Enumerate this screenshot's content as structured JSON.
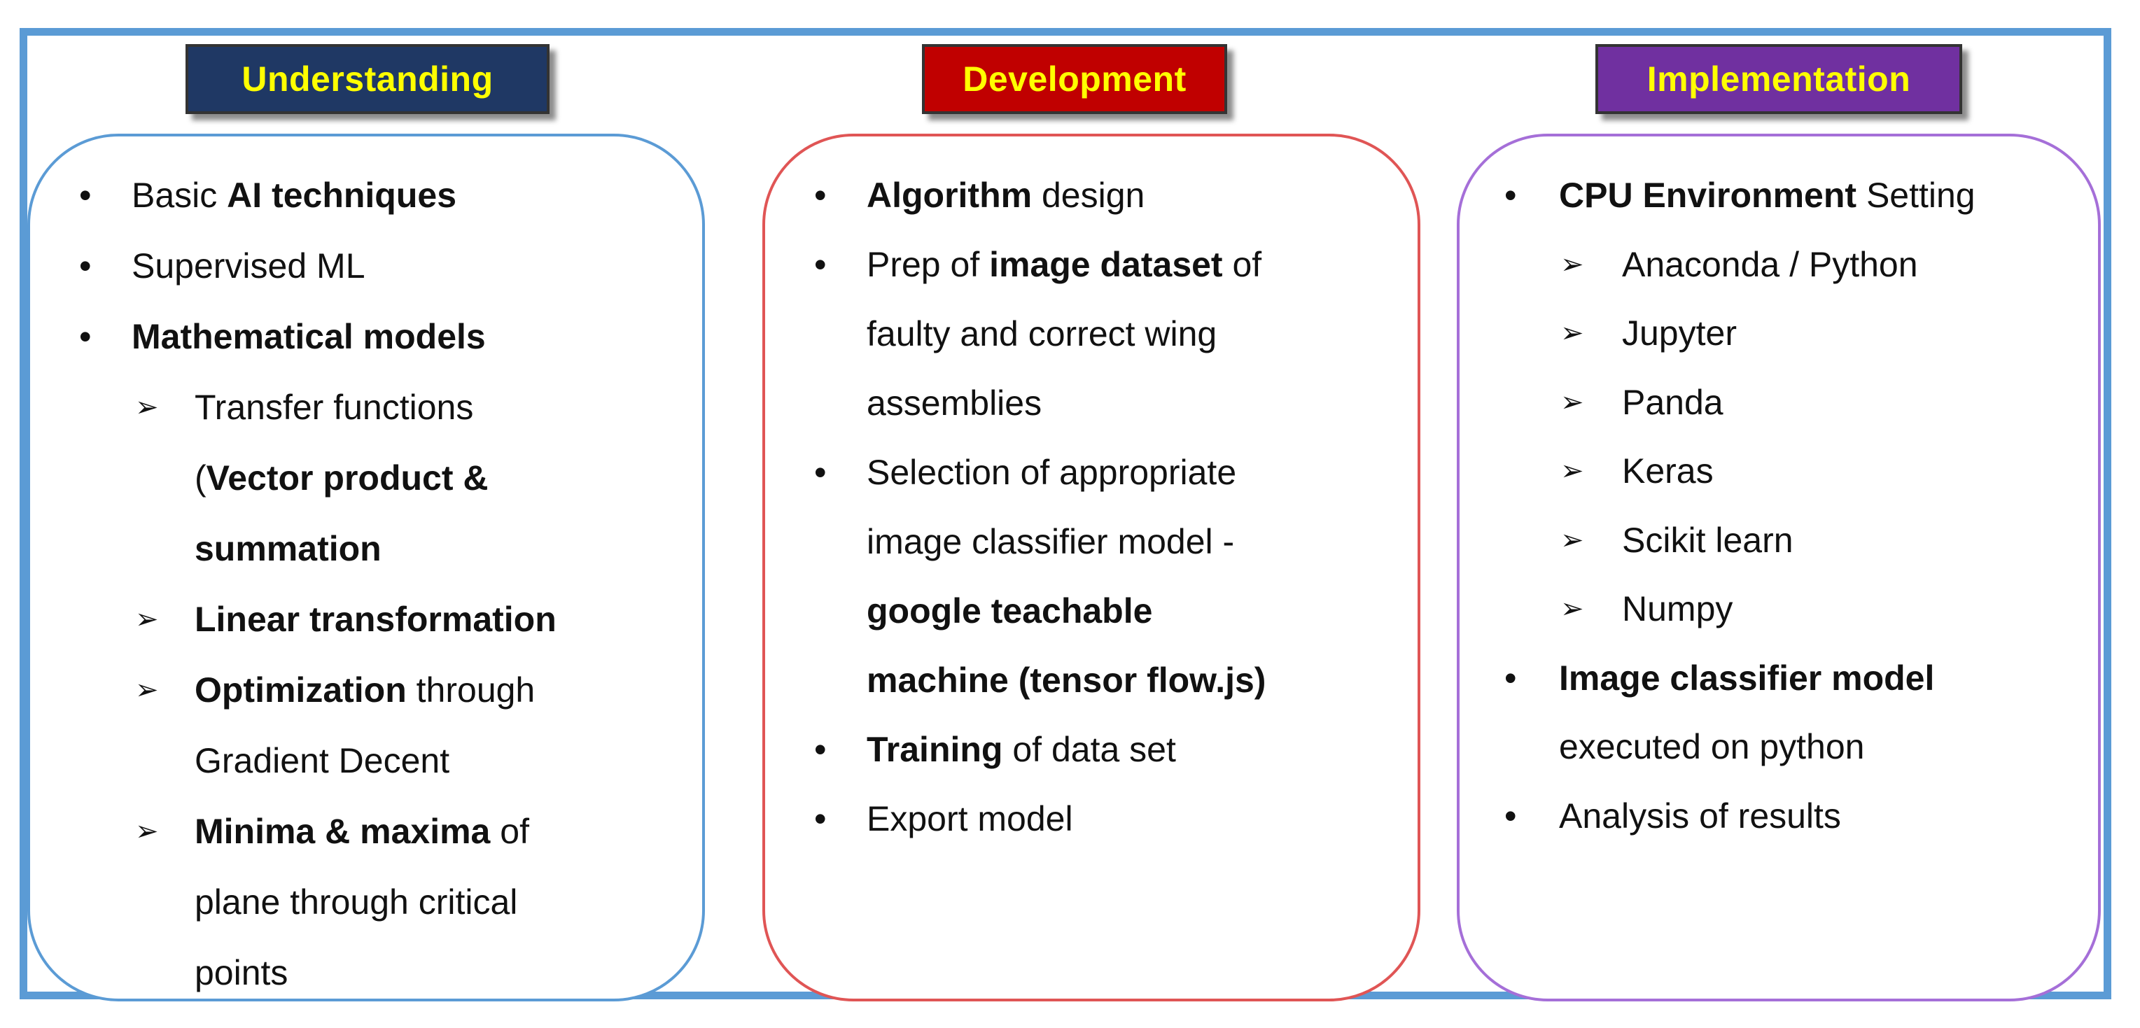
{
  "columns": [
    {
      "id": "understanding",
      "title": "Understanding",
      "header_color": "#1f3864",
      "border_color": "#5b9bd5",
      "items": [
        {
          "level": "bullet",
          "lines": [
            [
              {
                "t": "Basic "
              },
              {
                "t": "AI techniques",
                "b": true
              }
            ]
          ]
        },
        {
          "level": "bullet",
          "lines": [
            [
              {
                "t": "Supervised ML"
              }
            ]
          ]
        },
        {
          "level": "bullet",
          "lines": [
            [
              {
                "t": "Mathematical models",
                "b": true
              }
            ]
          ]
        },
        {
          "level": "arrow",
          "lines": [
            [
              {
                "t": "Transfer functions"
              }
            ],
            [
              {
                "t": "("
              },
              {
                "t": "Vector product &",
                "b": true
              }
            ],
            [
              {
                "t": "summation",
                "b": true
              }
            ]
          ]
        },
        {
          "level": "arrow",
          "lines": [
            [
              {
                "t": "Linear transformation",
                "b": true
              }
            ]
          ]
        },
        {
          "level": "arrow",
          "lines": [
            [
              {
                "t": "Optimization",
                "b": true
              },
              {
                "t": " through"
              }
            ],
            [
              {
                "t": "Gradient Decent"
              }
            ]
          ]
        },
        {
          "level": "arrow",
          "lines": [
            [
              {
                "t": "Minima & maxima",
                "b": true
              },
              {
                "t": " of"
              }
            ],
            [
              {
                "t": "plane through critical"
              }
            ],
            [
              {
                "t": "points"
              }
            ]
          ]
        }
      ]
    },
    {
      "id": "development",
      "title": "Development",
      "header_color": "#c00000",
      "border_color": "#e05555",
      "items": [
        {
          "level": "bullet",
          "lines": [
            [
              {
                "t": "Algorithm",
                "b": true
              },
              {
                "t": " design"
              }
            ]
          ]
        },
        {
          "level": "bullet",
          "lines": [
            [
              {
                "t": "Prep of "
              },
              {
                "t": "image dataset",
                "b": true
              },
              {
                "t": " of"
              }
            ],
            [
              {
                "t": "faulty and correct wing"
              }
            ],
            [
              {
                "t": "assemblies"
              }
            ]
          ]
        },
        {
          "level": "bullet",
          "lines": [
            [
              {
                "t": "Selection of appropriate"
              }
            ],
            [
              {
                "t": "image classifier model -"
              }
            ],
            [
              {
                "t": "google teachable",
                "b": true
              }
            ],
            [
              {
                "t": "machine (tensor flow.js)",
                "b": true
              }
            ]
          ]
        },
        {
          "level": "bullet",
          "lines": [
            [
              {
                "t": "Training",
                "b": true
              },
              {
                "t": " of data set"
              }
            ]
          ]
        },
        {
          "level": "bullet",
          "lines": [
            [
              {
                "t": "Export model"
              }
            ]
          ]
        }
      ]
    },
    {
      "id": "implementation",
      "title": "Implementation",
      "header_color": "#7030a0",
      "border_color": "#a56fd8",
      "items": [
        {
          "level": "bullet",
          "lines": [
            [
              {
                "t": "CPU Environment",
                "b": true
              },
              {
                "t": " Setting"
              }
            ]
          ]
        },
        {
          "level": "arrow",
          "lines": [
            [
              {
                "t": "Anaconda / Python"
              }
            ]
          ]
        },
        {
          "level": "arrow",
          "lines": [
            [
              {
                "t": "Jupyter"
              }
            ]
          ]
        },
        {
          "level": "arrow",
          "lines": [
            [
              {
                "t": "Panda"
              }
            ]
          ]
        },
        {
          "level": "arrow",
          "lines": [
            [
              {
                "t": "Keras"
              }
            ]
          ]
        },
        {
          "level": "arrow",
          "lines": [
            [
              {
                "t": "Scikit learn"
              }
            ]
          ]
        },
        {
          "level": "arrow",
          "lines": [
            [
              {
                "t": "Numpy"
              }
            ]
          ]
        },
        {
          "level": "bullet",
          "lines": [
            [
              {
                "t": "Image classifier model",
                "b": true
              }
            ],
            [
              {
                "t": "executed on python"
              }
            ]
          ]
        },
        {
          "level": "bullet",
          "lines": [
            [
              {
                "t": "Analysis of results"
              }
            ]
          ]
        }
      ]
    }
  ],
  "markers": {
    "bullet": "•",
    "arrow": "➢"
  },
  "frame_color": "#5b9bd5",
  "title_text_color": "#ffff00"
}
